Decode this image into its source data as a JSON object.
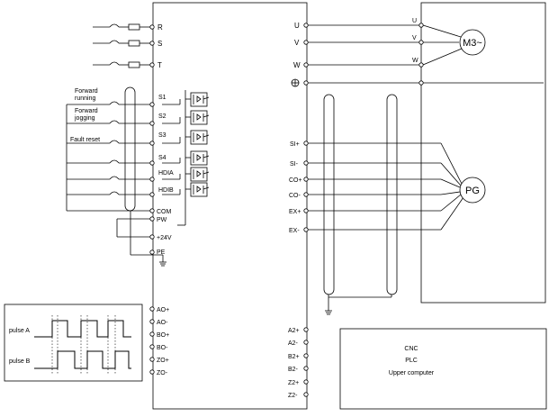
{
  "power_inputs": [
    "R",
    "S",
    "T"
  ],
  "motor_outputs": [
    "U",
    "V",
    "W"
  ],
  "motor_terminals": [
    "U",
    "V",
    "W"
  ],
  "motor_label": "M3~",
  "encoder_label": "PG",
  "digital_inputs": [
    {
      "terminal": "S1",
      "label_lines": [
        "Forward",
        "running"
      ]
    },
    {
      "terminal": "S2",
      "label_lines": [
        "Forward",
        "jogging"
      ]
    },
    {
      "terminal": "S3",
      "label_lines": [
        "Fault reset"
      ]
    },
    {
      "terminal": "S4",
      "label_lines": []
    },
    {
      "terminal": "HDIA",
      "label_lines": []
    },
    {
      "terminal": "HDIB",
      "label_lines": []
    }
  ],
  "common_terminals": [
    "COM",
    "PW",
    "+24V",
    "PE"
  ],
  "encoder_inputs": [
    "SI+",
    "SI-",
    "CO+",
    "CO-",
    "EX+",
    "EX-"
  ],
  "analog_outputs": [
    "AO+",
    "AO-",
    "BO+",
    "BO-",
    "ZO+",
    "ZO-"
  ],
  "pulse_outputs": [
    "A2+",
    "A2-",
    "B2+",
    "B2-",
    "Z2+",
    "Z2-"
  ],
  "pulse_labels": [
    "pulse A",
    "pulse B"
  ],
  "upper_device": [
    "CNC",
    "PLC",
    "Upper computer"
  ]
}
